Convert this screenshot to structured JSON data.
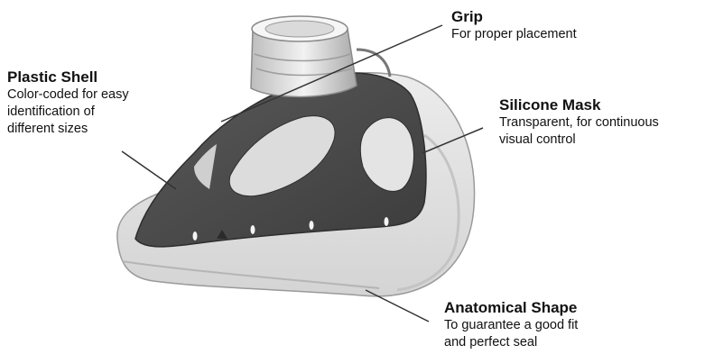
{
  "callouts": {
    "grip": {
      "title": "Grip",
      "description": "For proper placement"
    },
    "plastic_shell": {
      "title": "Plastic Shell",
      "description_lines": [
        "Color-coded for easy",
        "identification of",
        "different sizes"
      ]
    },
    "silicone_mask": {
      "title": "Silicone Mask",
      "description_lines": [
        "Transparent, for continuous",
        "visual control"
      ]
    },
    "anatomical_shape": {
      "title": "Anatomical Shape",
      "description_lines": [
        "To guarantee a good fit",
        "and perfect seal"
      ]
    }
  },
  "colors": {
    "shell": "#4a4a4a",
    "silicone": "#e2e2e2",
    "leader_line": "#333333",
    "text": "#111111"
  }
}
